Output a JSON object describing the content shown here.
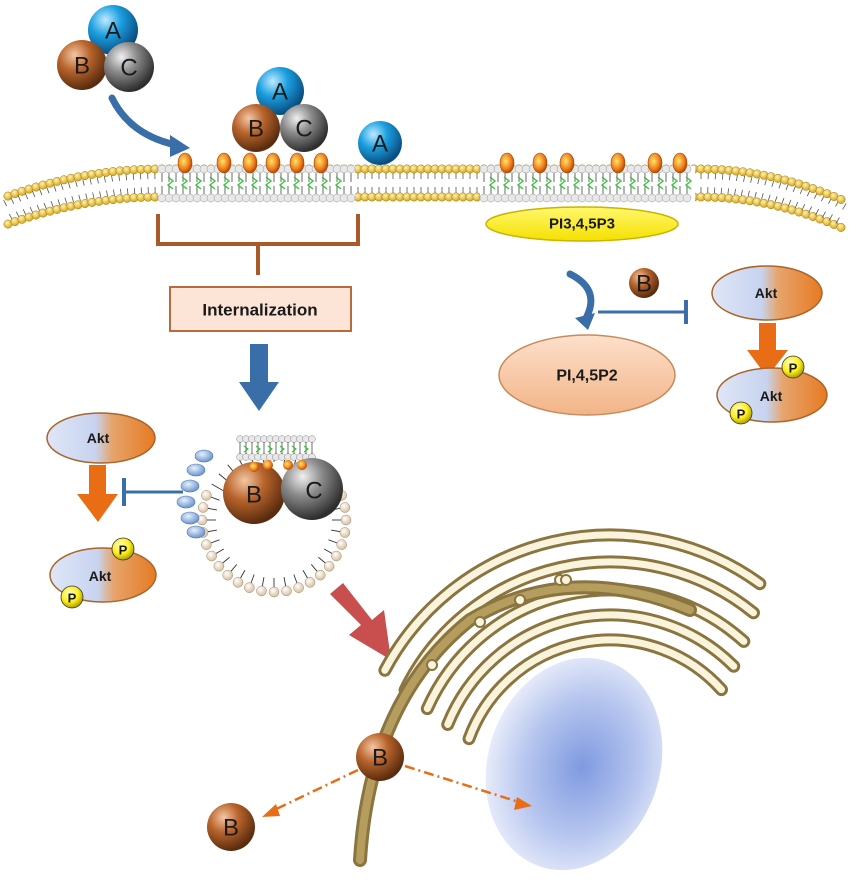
{
  "labels": {
    "a": "A",
    "b": "B",
    "c": "C",
    "p": "P",
    "akt": "Akt",
    "pip3": "PI3,4,5P3",
    "pip2": "PI,4,5P2",
    "internalization": "Internalization"
  },
  "colors": {
    "sphere_a": "#1b9fe0",
    "sphere_b": "#b8642c",
    "sphere_c": "#7f7f7f",
    "membrane_head": "#f2c230",
    "raft_head": "#f07a1a",
    "pip3_fill": "#ffee1a",
    "pip2_fill": "#f6c29d",
    "akt_blue": "#c7d3ef",
    "akt_orange": "#e67a22",
    "phospho": "#ffee1a",
    "arrow_blue": "#3a6ea8",
    "arrow_orange": "#e96d14",
    "arrow_red": "#c94e4e",
    "golgi": "#9c8650",
    "nucleus": "#8fa8e2"
  },
  "icons": [
    "curved-arrow",
    "down-arrow",
    "inhibition-bar",
    "dashed-arrow"
  ]
}
